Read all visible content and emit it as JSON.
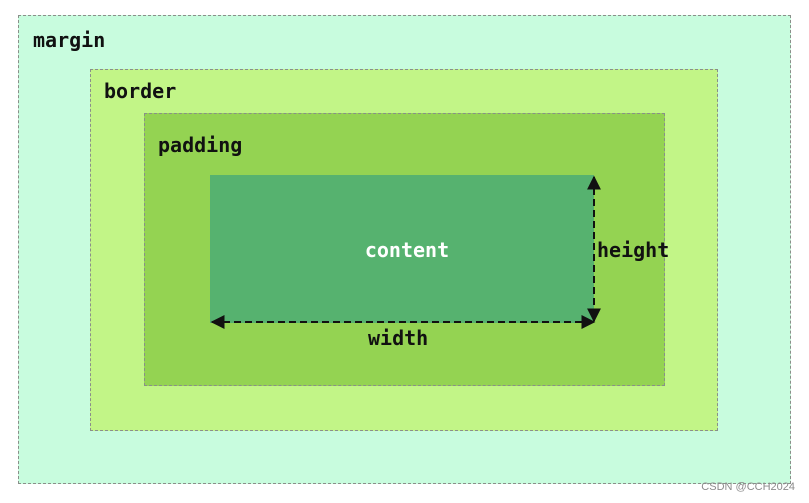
{
  "labels": {
    "margin": "margin",
    "border": "border",
    "padding": "padding",
    "content": "content",
    "height": "height",
    "width": "width"
  },
  "watermark": "CSDN @CCH2024",
  "colors": {
    "margin": "#c8fcde",
    "border": "#c2f587",
    "padding": "#94d352",
    "content": "#56b26f",
    "arrow": "#111111"
  }
}
